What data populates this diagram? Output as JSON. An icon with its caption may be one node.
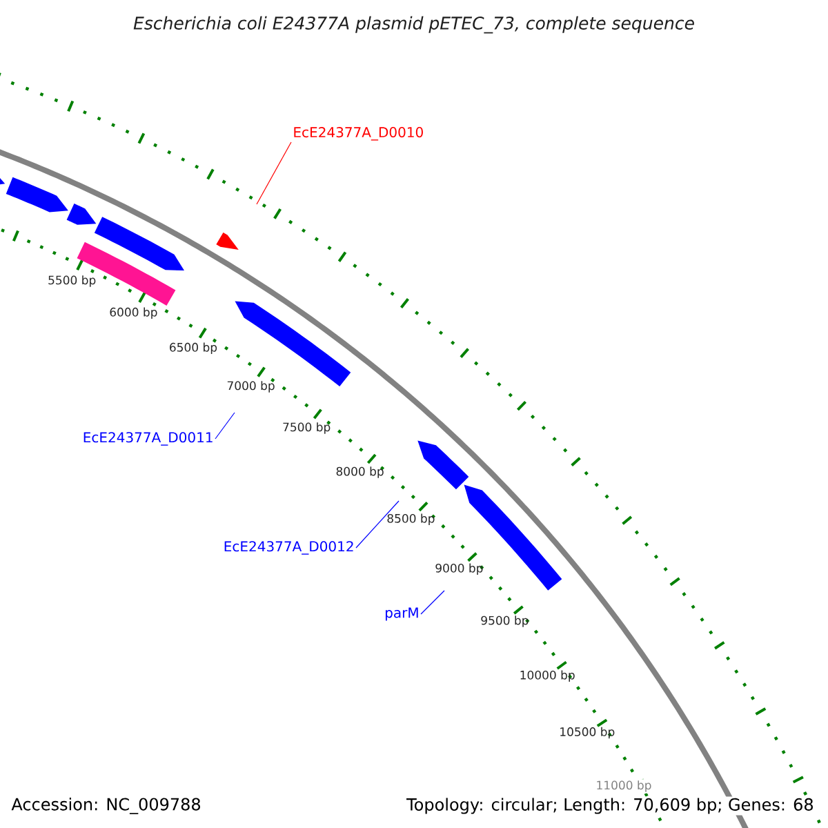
{
  "diagram": {
    "title": "Escherichia coli E24377A plasmid pETEC_73, complete sequence",
    "nodes": [
      {
        "text": [
          "EcE24377A_D0010"
        ]
      },
      {
        "text": [
          "EcE24377A_D0011"
        ]
      },
      {
        "text": [
          "EcE24377A_D0012"
        ]
      },
      {
        "text": [
          "parM"
        ]
      }
    ],
    "edges": [
      {
        "from": 0,
        "to": null,
        "arrow": "none",
        "color": "#ff0000"
      },
      {
        "from": 1,
        "to": null,
        "arrow": "none"
      },
      {
        "from": 2,
        "to": null,
        "arrow": "none"
      },
      {
        "from": 3,
        "to": null,
        "arrow": "none"
      }
    ],
    "labels": [
      "5500 bp",
      "6000 bp",
      "6500 bp",
      "7000 bp",
      "7500 bp",
      "8000 bp",
      "8500 bp",
      "9000 bp",
      "9500 bp",
      "10000 bp",
      "10500 bp",
      "11000 bp",
      "Accession: NC_009788",
      "Topology: circular; Length: 70,609 bp; Genes: 68"
    ]
  }
}
